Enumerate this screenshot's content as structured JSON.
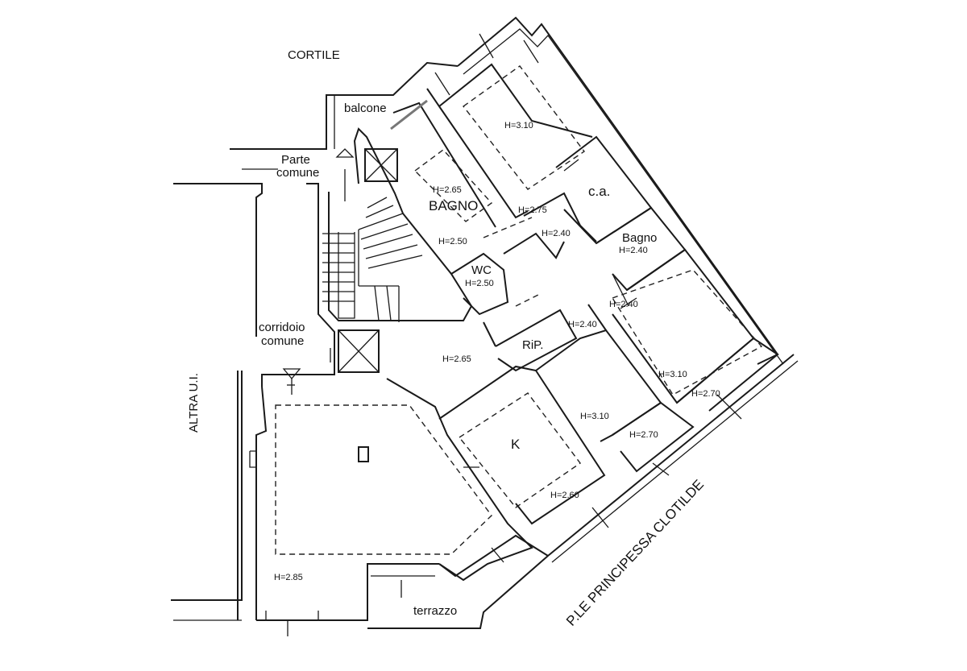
{
  "labels": {
    "cortile": "CORTILE",
    "balcone": "balcone",
    "parte_line1": "Parte",
    "parte_line2": "comune",
    "corridoio_line1": "corridoio",
    "corridoio_line2": "comune",
    "altra": "ALTRA U.I.",
    "bagno_upper": "BAGNO",
    "ca": "c.a.",
    "bagno": "Bagno",
    "wc": "WC",
    "rip": "RiP.",
    "k": "K",
    "terrazzo": "terrazzo",
    "street": "P.LE PRINCIPESSA CLOTILDE"
  },
  "heights": {
    "h_310_top": "H=3.10",
    "h_265_bagno": "H=2.65",
    "h_275": "H=2.75",
    "h_240_a": "H=2.40",
    "h_240_bagno": "H=2.40",
    "h_250_hall": "H=2.50",
    "h_250_wc": "H=2.50",
    "h_240_b": "H=2.40",
    "h_240_c": "H=2.40",
    "h_265_center": "H=2.65",
    "h_310_right": "H=3.10",
    "h_270_right": "H=2.70",
    "h_310_mid": "H=3.10",
    "h_270_mid": "H=2.70",
    "h_260_k": "H=2.60",
    "h_285_living": "H=2.85"
  }
}
